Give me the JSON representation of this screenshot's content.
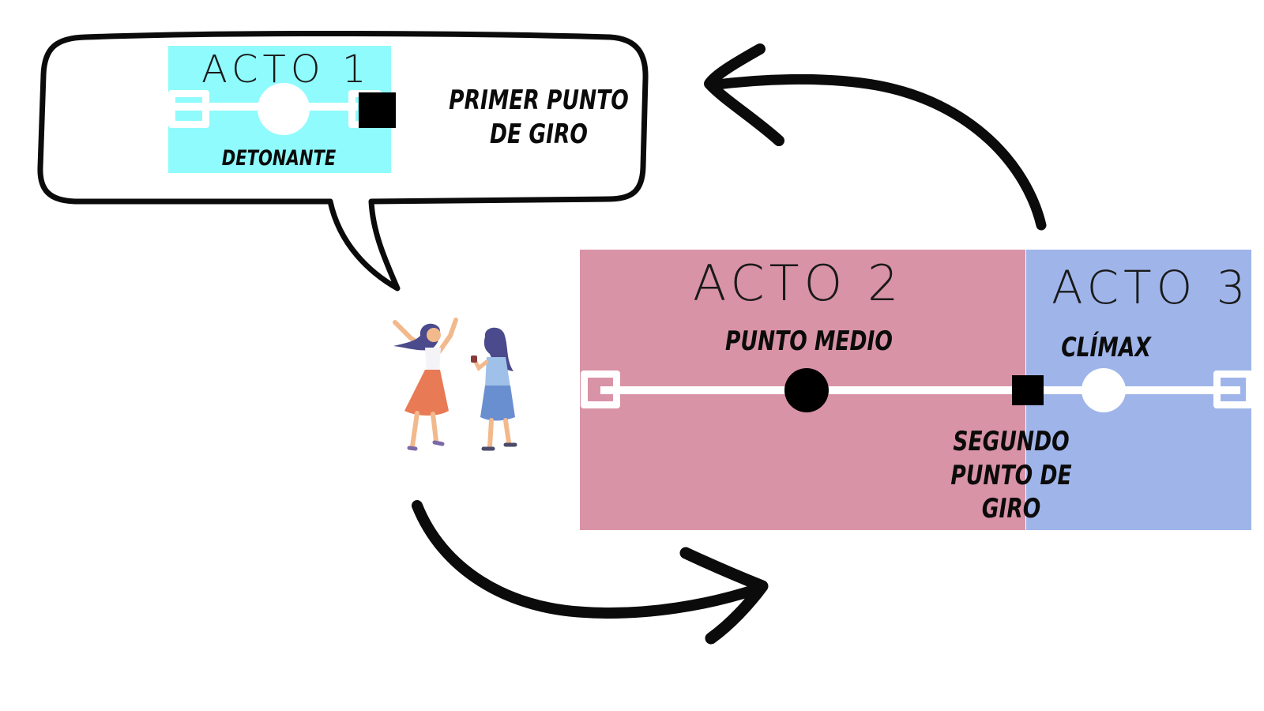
{
  "colors": {
    "act1": "#8ffbfd",
    "act2": "#d993a6",
    "act3": "#9fb5ea",
    "ink": "#0b0b0b"
  },
  "act1": {
    "title": "ACTO 1",
    "marker_label": "DETONANTE",
    "turning_point_label": "PRIMER PUNTO DE GIRO"
  },
  "act2": {
    "title": "ACTO 2",
    "marker_label": "PUNTO MEDIO",
    "turning_point_label": "SEGUNDO PUNTO DE GIRO"
  },
  "act3": {
    "title": "ACTO 3",
    "marker_label": "CLÍMAX"
  },
  "illustration": {
    "name": "two-women-talking-illustration"
  }
}
